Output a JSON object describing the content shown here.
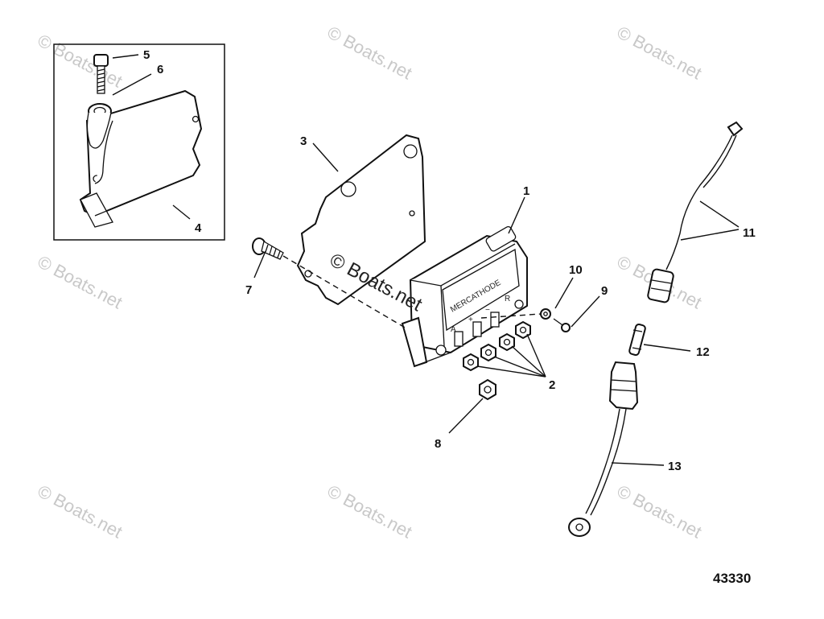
{
  "watermark": "© Boats.net",
  "figure_number": "43330",
  "regulator_text": {
    "brand": "MERCATHODE",
    "terminal_a": "A",
    "terminal_plus": "+",
    "terminal_minus": "−",
    "terminal_r": "R"
  },
  "callouts": [
    "1",
    "2",
    "3",
    "4",
    "5",
    "6",
    "7",
    "8",
    "9",
    "10",
    "11",
    "12",
    "13"
  ]
}
